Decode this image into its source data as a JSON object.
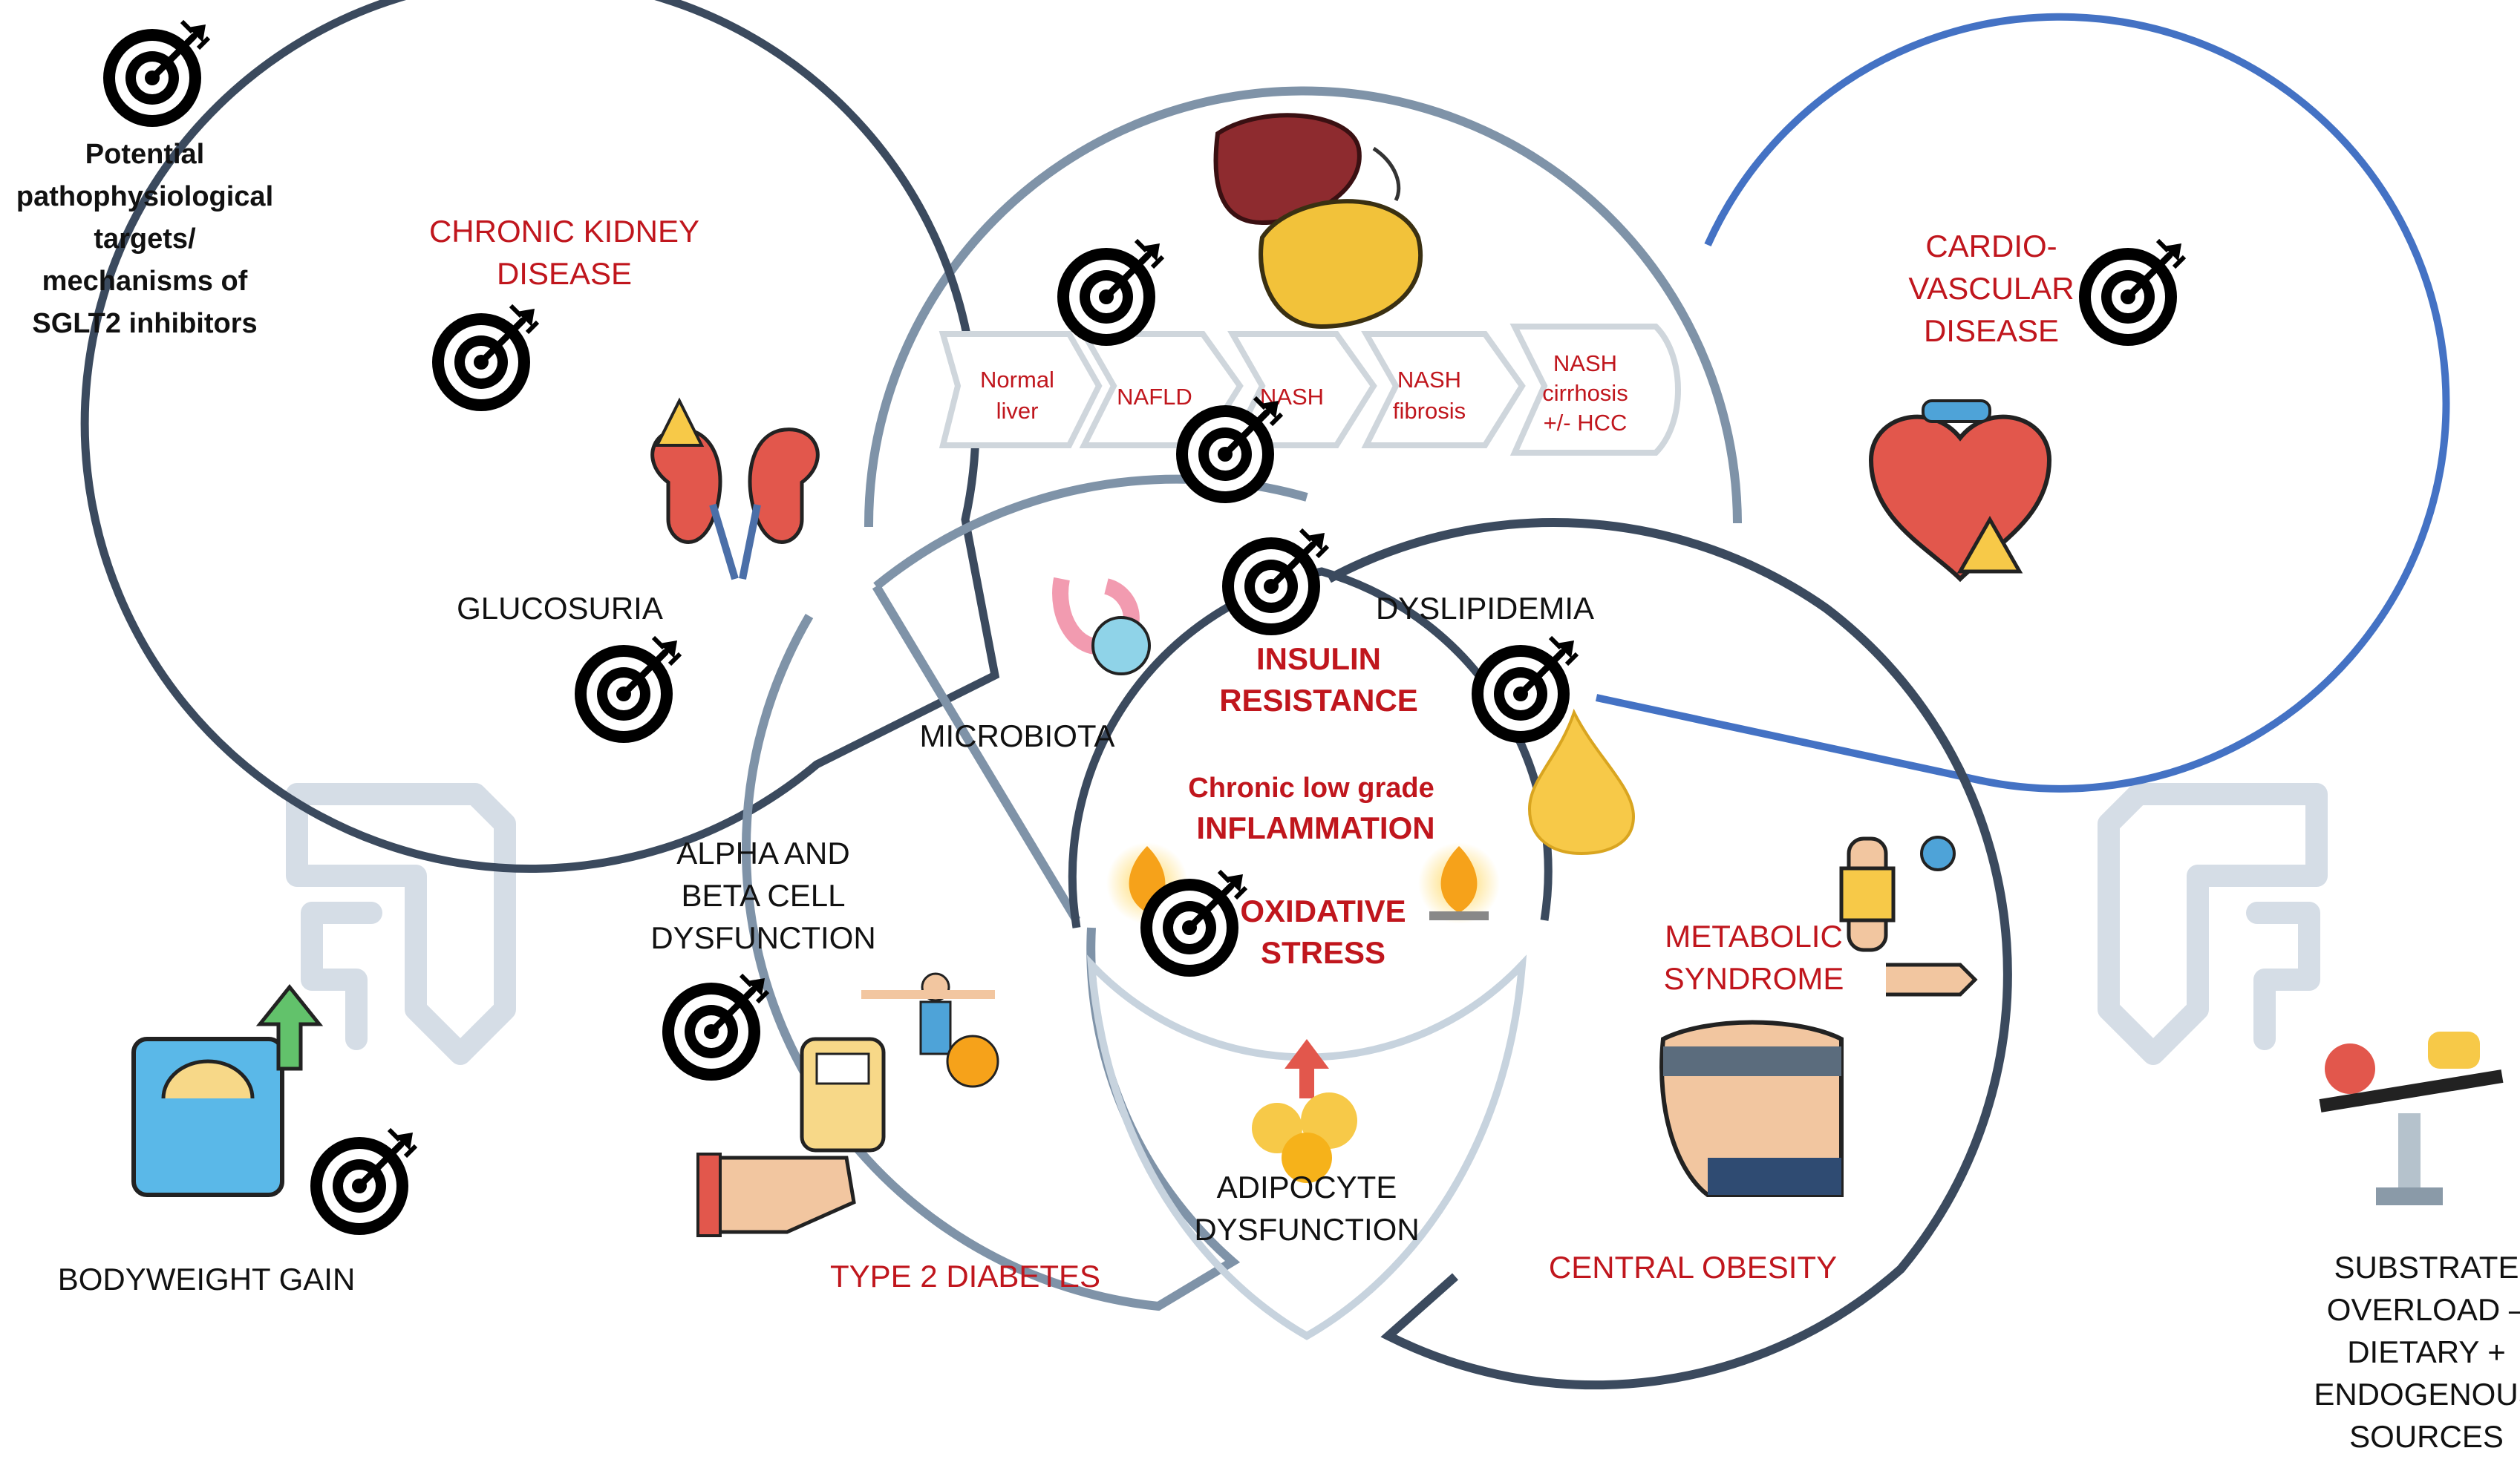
{
  "legend": [
    "Potential",
    "pathophysiological",
    "targets/",
    "mechanisms of",
    "SGLT2 inhibitors"
  ],
  "liver_progression": [
    {
      "lines": [
        "Normal",
        "liver"
      ]
    },
    {
      "lines": [
        "NAFLD"
      ]
    },
    {
      "lines": [
        "NASH"
      ]
    },
    {
      "lines": [
        "NASH",
        "fibrosis"
      ]
    },
    {
      "lines": [
        "NASH",
        "cirrhosis",
        "+/- HCC"
      ]
    }
  ],
  "ckd": [
    "CHRONIC KIDNEY",
    "DISEASE"
  ],
  "cvd": [
    "CARDIO-",
    "VASCULAR",
    "DISEASE"
  ],
  "glucosuria": "GLUCOSURIA",
  "microbiota": "MICROBIOTA",
  "dyslipidemia": "DYSLIPIDEMIA",
  "insulin_resistance": [
    "INSULIN",
    "RESISTANCE"
  ],
  "inflammation": [
    "Chronic low grade",
    "INFLAMMATION"
  ],
  "oxidative_stress": [
    "OXIDATIVE",
    "STRESS"
  ],
  "alpha_beta": [
    "ALPHA AND",
    "BETA CELL",
    "DYSFUNCTION"
  ],
  "metabolic_syndrome": [
    "METABOLIC",
    "SYNDROME"
  ],
  "adipocyte": [
    "ADIPOCYTE",
    "DYSFUNCTION"
  ],
  "type2_diabetes": "TYPE 2 DIABETES",
  "central_obesity": "CENTRAL OBESITY",
  "bodyweight_gain": "BODYWEIGHT GAIN",
  "substrate_overload": [
    "SUBSTRATE",
    "OVERLOAD –",
    "DIETARY +",
    "ENDOGENOUS",
    "SOURCES"
  ],
  "colors": {
    "label_red": "#c0161d",
    "outline_dark": "#3b4a5e",
    "outline_mid": "#7f93a8",
    "outline_light": "#c7d3de",
    "cvd_blue": "#4472c4",
    "chevron": "#d5dde6"
  }
}
